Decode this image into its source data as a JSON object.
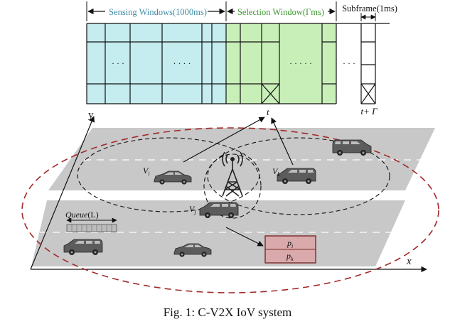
{
  "top_diagram": {
    "sensing_label": "Sensing Windows(1000ms)",
    "selection_label": "Selection Window(Γms)",
    "subframe_label": "Subframe(1ms)",
    "t_label": "t",
    "t_plus_label": "t+ Γ",
    "dots": "· · ·",
    "dots4": "· · · ·",
    "dots5": "· · · · ·",
    "colors": {
      "sensing": "#c5ecef",
      "selection": "#c9efb9",
      "sensing_text": "#3d8da8",
      "selection_text": "#3e9a2e"
    }
  },
  "scene": {
    "axis_y": "y",
    "axis_x": "x",
    "vehicle_i": "V",
    "vehicle_i_sub": "i",
    "vehicle_j": "V",
    "vehicle_j_sub": "j",
    "vehicle_k": "V",
    "vehicle_k_sub": "k",
    "queue_label": "Queue",
    "queue_param": "(L)",
    "p_i": "p",
    "p_i_sub": "i",
    "p_k": "p",
    "p_k_sub": "k",
    "colors": {
      "road": "#c8c8c8",
      "ellipse": "#a32a2a",
      "pool": "#d9a9ab"
    }
  },
  "caption": "Fig. 1: C-V2X IoV system"
}
